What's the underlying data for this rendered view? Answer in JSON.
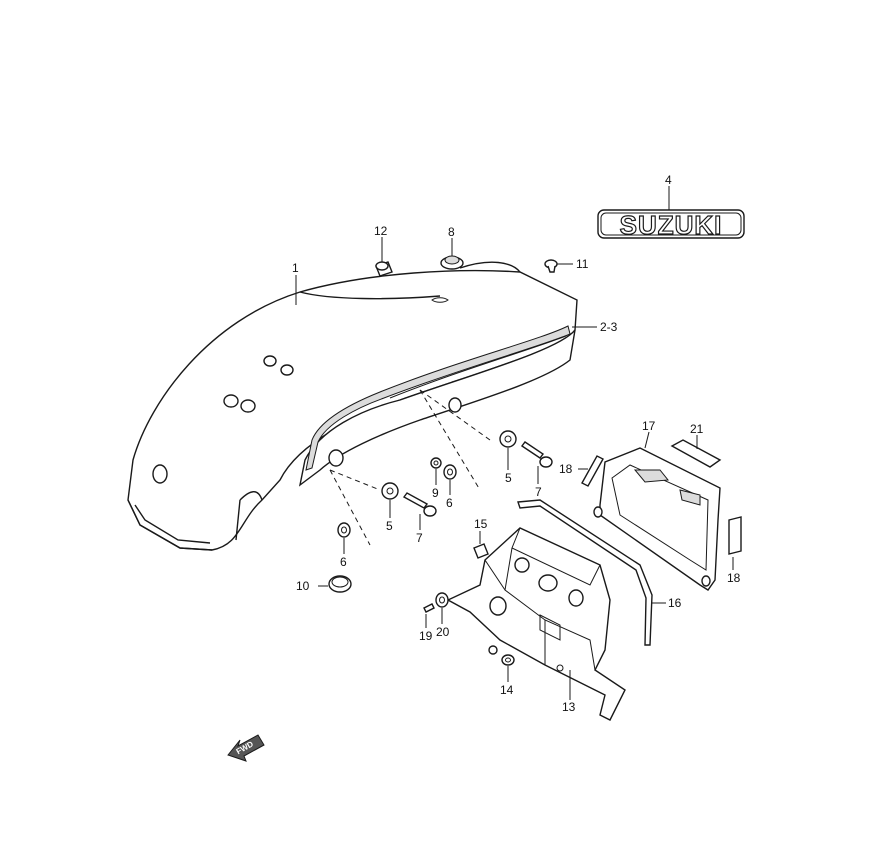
{
  "labels": {
    "p1": "1",
    "p2_3": "2-3",
    "p4": "4",
    "p5a": "5",
    "p5b": "5",
    "p6a": "6",
    "p6b": "6",
    "p7a": "7",
    "p7b": "7",
    "p8": "8",
    "p9": "9",
    "p10": "10",
    "p11": "11",
    "p12": "12",
    "p13": "13",
    "p14": "14",
    "p15": "15",
    "p16": "16",
    "p17": "17",
    "p18a": "18",
    "p18b": "18",
    "p19": "19",
    "p20": "20",
    "p21": "21"
  },
  "emblem": {
    "text": "SUZUKI"
  },
  "direction": {
    "text": "FWD"
  }
}
